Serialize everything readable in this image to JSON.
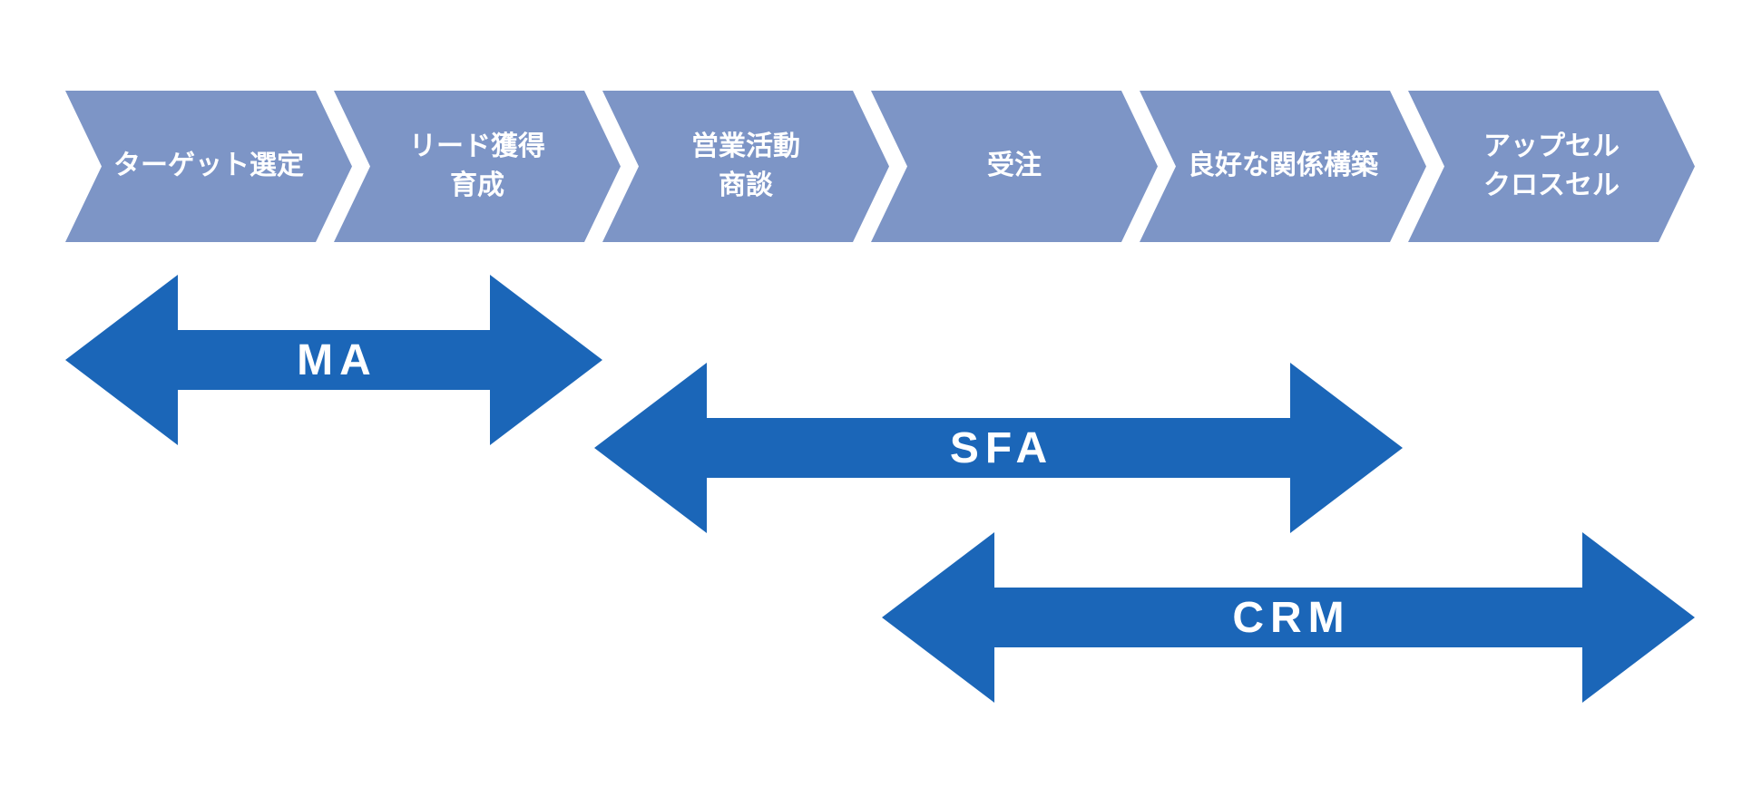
{
  "diagram": {
    "type": "process-funnel-with-tool-coverage",
    "background_color": "#FFFFFF",
    "stage_fill_color": "#7D95C6",
    "tool_fill_color": "#1B66B8",
    "label_text_color": "#FFFFFF",
    "stages": [
      {
        "label": "ターゲット選定"
      },
      {
        "label": "リード獲得\n育成"
      },
      {
        "label": "営業活動\n商談"
      },
      {
        "label": "受注"
      },
      {
        "label": "良好な関係構築"
      },
      {
        "label": "アップセル\nクロスセル"
      }
    ],
    "tools": [
      {
        "label": "MA",
        "covers_stages": [
          "ターゲット選定",
          "リード獲得育成"
        ]
      },
      {
        "label": "SFA",
        "covers_stages": [
          "営業活動商談",
          "受注",
          "良好な関係構築"
        ]
      },
      {
        "label": "CRM",
        "covers_stages": [
          "受注",
          "良好な関係構築",
          "アップセルクロスセル"
        ]
      }
    ]
  }
}
